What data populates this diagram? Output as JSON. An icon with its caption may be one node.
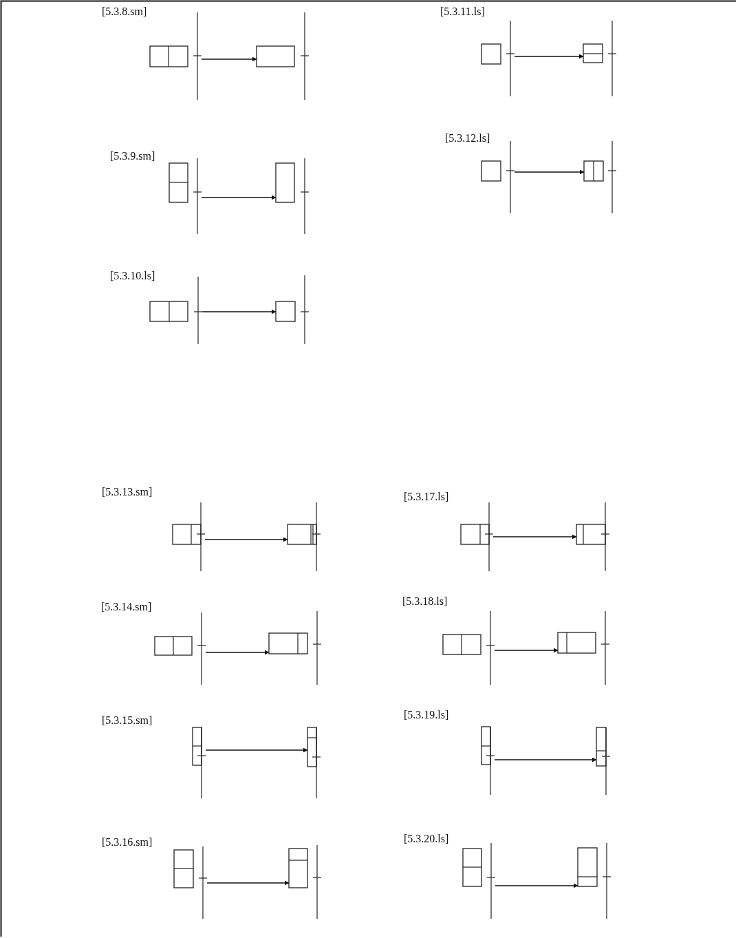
{
  "diagram": {
    "nodes": [
      {
        "text": [],
        "shape": "picture"
      },
      {
        "text": [],
        "shape": "picture"
      },
      {
        "text": [],
        "shape": "picture"
      },
      {
        "text": [],
        "shape": "picture"
      },
      {
        "text": [],
        "shape": "picture"
      },
      {
        "text": [],
        "shape": "picture"
      },
      {
        "text": [],
        "shape": "picture"
      },
      {
        "text": [],
        "shape": "picture"
      },
      {
        "text": [],
        "shape": "picture"
      },
      {
        "text": [],
        "shape": "picture"
      },
      {
        "text": [],
        "shape": "picture"
      },
      {
        "text": [],
        "shape": "picture"
      },
      {
        "text": [],
        "shape": "picture"
      },
      {
        "text": [],
        "shape": "picture"
      },
      {
        "text": [],
        "shape": "picture"
      },
      {
        "text": [],
        "shape": "picture"
      },
      {
        "text": [],
        "shape": "picture"
      },
      {
        "text": [],
        "shape": "picture"
      },
      {
        "text": [],
        "shape": "picture"
      },
      {
        "text": [],
        "shape": "picture"
      },
      {
        "text": [],
        "shape": "picture"
      },
      {
        "text": [],
        "shape": "picture"
      },
      {
        "text": [],
        "shape": "picture"
      },
      {
        "text": [],
        "shape": "picture"
      },
      {
        "text": [],
        "shape": "picture"
      },
      {
        "text": [],
        "shape": "picture"
      }
    ],
    "edges": [
      {
        "from": 0,
        "to": 1,
        "arrow": "to"
      },
      {
        "from": 2,
        "to": 3,
        "arrow": "to"
      },
      {
        "from": 4,
        "to": 5,
        "arrow": "to"
      },
      {
        "from": 6,
        "to": 7,
        "arrow": "to"
      },
      {
        "from": 8,
        "to": 9,
        "arrow": "to"
      },
      {
        "from": 10,
        "to": 11,
        "arrow": "to"
      },
      {
        "from": 12,
        "to": 13,
        "arrow": "to"
      },
      {
        "from": 14,
        "to": 15,
        "arrow": "to"
      },
      {
        "from": 16,
        "to": 17,
        "arrow": "to"
      },
      {
        "from": 18,
        "to": 19,
        "arrow": "to"
      },
      {
        "from": 20,
        "to": 21,
        "arrow": "to"
      },
      {
        "from": 22,
        "to": 23,
        "arrow": "to"
      },
      {
        "from": 24,
        "to": 25,
        "arrow": "to"
      }
    ],
    "labels": [
      "[5.3.8.sm]",
      "[5.3.11.ls]",
      "[5.3.12.ls]",
      "[5.3.9.sm]",
      "[5.3.10.ls]",
      "[5.3.13.sm]",
      "[5.3.17.ls]",
      "[5.3.18.ls]",
      "[5.3.14.sm]",
      "[5.3.15.sm]",
      "[5.3.19.ls]",
      "[5.3.20.ls]",
      "[5.3.16.sm]"
    ]
  }
}
